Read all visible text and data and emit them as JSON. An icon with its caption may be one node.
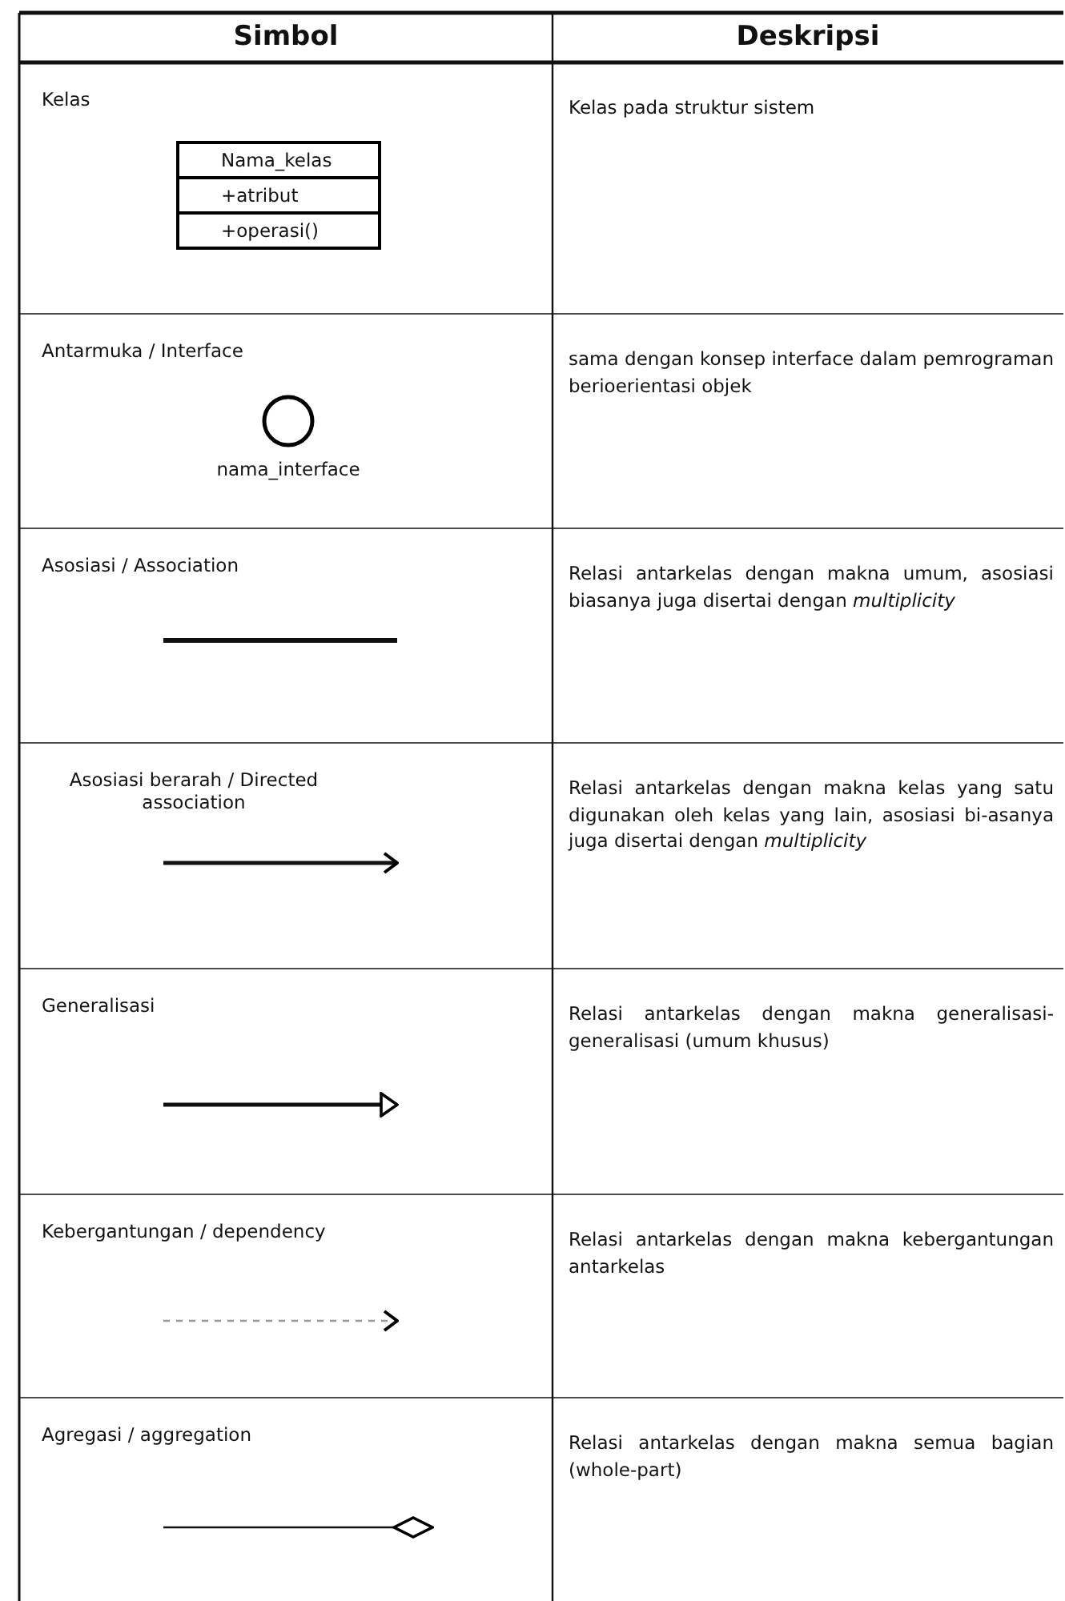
{
  "diagram": {
    "nodes": [
      {
        "text": [
          "Nama_kelas",
          "+atribut",
          "+operasi()"
        ]
      },
      {
        "text": [],
        "shape": "circle",
        "beside": [
          "nama_interface"
        ]
      }
    ],
    "labels": [
      "Simbol",
      "Deskripsi",
      "Kelas",
      "Kelas pada struktur sistem",
      "Antarmuka / Interface",
      "sama dengan konsep interface dalam pemrograman berioerientasi objek",
      "Asosiasi / Association",
      "Relasi antarkelas dengan makna umum, asosiasi biasanya juga disertai dengan *multiplicity*",
      "Asosiasi berarah / Directed association",
      "Relasi antarkelas dengan makna kelas yang satu digunakan oleh kelas yang lain, asosiasi bi-asanya juga disertai dengan *multiplicity*",
      "Generalisasi",
      "Relasi antarkelas dengan makna generalisasi-generalisasi (umum khusus)",
      "Kebergantungan / dependency",
      "Relasi antarkelas dengan makna kebergantungan antarkelas",
      "Agregasi / aggregation",
      "Relasi antarkelas dengan makna semua bagian (whole-part)"
    ]
  }
}
